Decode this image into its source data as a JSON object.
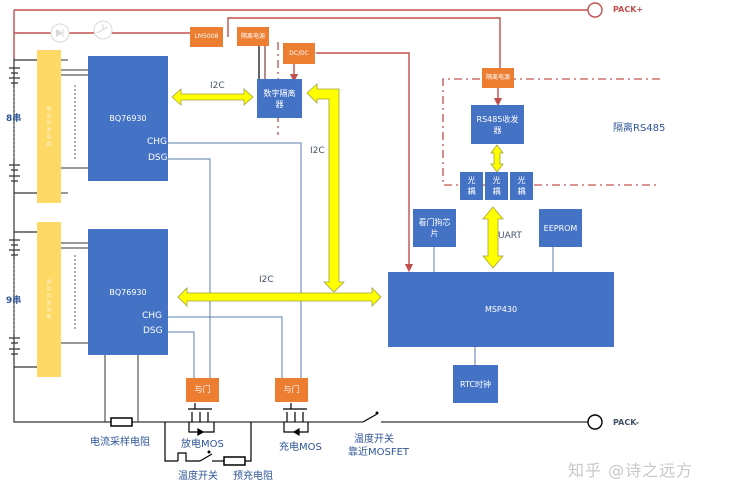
{
  "colors": {
    "block_blue": "#4472c4",
    "orange": "#ed7d31",
    "yellow_bar": "#ffd966",
    "bus_yellow": "#ffff00",
    "power_red": "#c0504d",
    "wire_black": "#000000",
    "label_blue": "#2e5597"
  },
  "terminals": {
    "pack_plus": "PACK+",
    "pack_minus": "PACK-"
  },
  "top_chain": {
    "lm5008": "LM5008",
    "iso_power": "隔离电源",
    "dcdc": "DC/DC"
  },
  "cells": {
    "group1_label": "8串",
    "group2_label": "9串",
    "balance_label": "被动均衡电路"
  },
  "afe": {
    "chip1": "BQ76930",
    "chip2": "BQ76930",
    "chg": "CHG",
    "dsg": "DSG"
  },
  "buses": {
    "i2c_top": "I2C",
    "i2c_vertical": "I2C",
    "i2c_bottom": "I2C",
    "uart": "UART"
  },
  "isolator": "数字隔离器",
  "rs485": {
    "iso_power": "隔离电源",
    "transceiver": "RS485收发器",
    "region_label": "隔离RS485",
    "optocouplers": [
      "光耦",
      "光耦",
      "光耦"
    ]
  },
  "mcu": {
    "name": "MSP430",
    "watchdog": "看门狗芯片",
    "eeprom": "EEPROM",
    "rtc": "RTC时钟"
  },
  "power_path": {
    "and_gate_1": "与门",
    "and_gate_2": "与门",
    "shunt_label": "电流采样电阻",
    "discharge_mos": "放电MOS",
    "charge_mos": "充电MOS",
    "temp_switch": "温度开关",
    "precharge_resistor": "预充电阻",
    "temp_switch_near_line1": "温度开关",
    "temp_switch_near_line2": "靠近MOSFET"
  },
  "watermark": "知乎 @诗之远方"
}
